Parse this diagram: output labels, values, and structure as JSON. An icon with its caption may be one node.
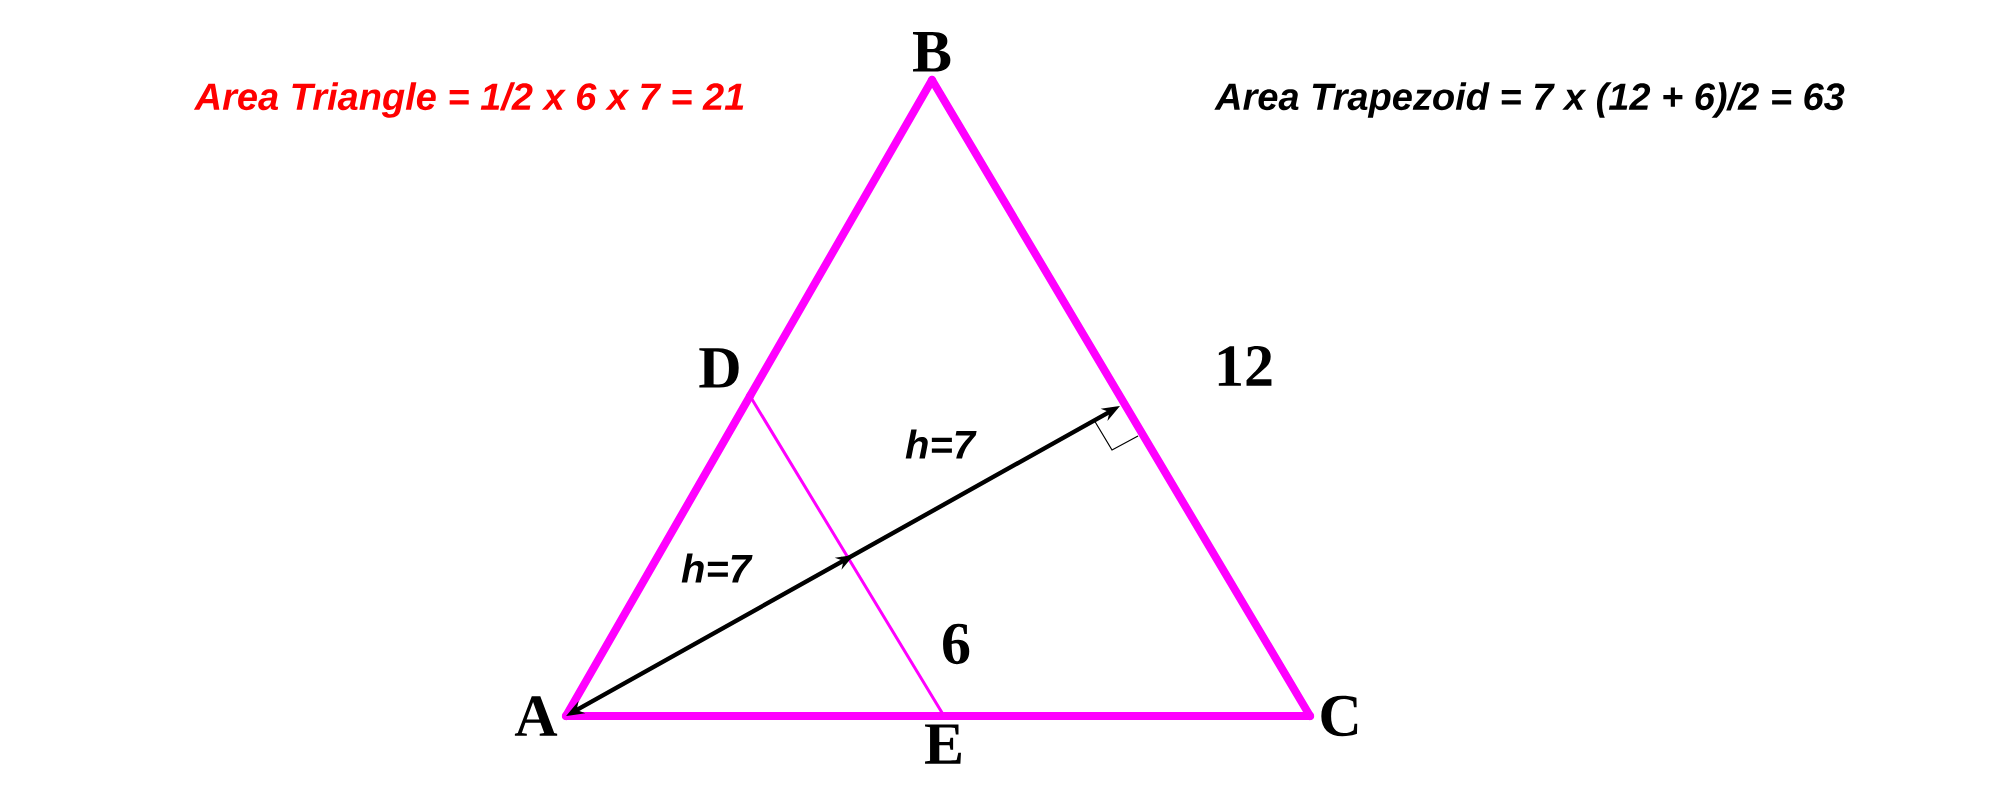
{
  "diagram": {
    "nodes": [
      {
        "text": [
          "A"
        ]
      },
      {
        "text": [
          "B"
        ]
      },
      {
        "text": [
          "C"
        ]
      },
      {
        "text": [
          "D"
        ]
      },
      {
        "text": [
          "E"
        ]
      }
    ],
    "edges": [
      {
        "from": 0,
        "to": 3,
        "arrow": "none"
      },
      {
        "from": 3,
        "to": 1,
        "arrow": "none"
      },
      {
        "from": 1,
        "to": 2,
        "arrow": "none"
      },
      {
        "from": 2,
        "to": 4,
        "arrow": "none"
      },
      {
        "from": 4,
        "to": 0,
        "arrow": "none"
      },
      {
        "from": 3,
        "to": 4,
        "arrow": "none"
      },
      {
        "from": 0,
        "to": null,
        "arrow": "both",
        "color": "#000000"
      }
    ],
    "labels": [
      "Area Triangle = 1/2 x 6 x 7 = 21",
      "Area Trapezoid = 7 x (12 + 6)/2 = 63",
      "12",
      "h=7",
      "h=7",
      "6"
    ]
  }
}
